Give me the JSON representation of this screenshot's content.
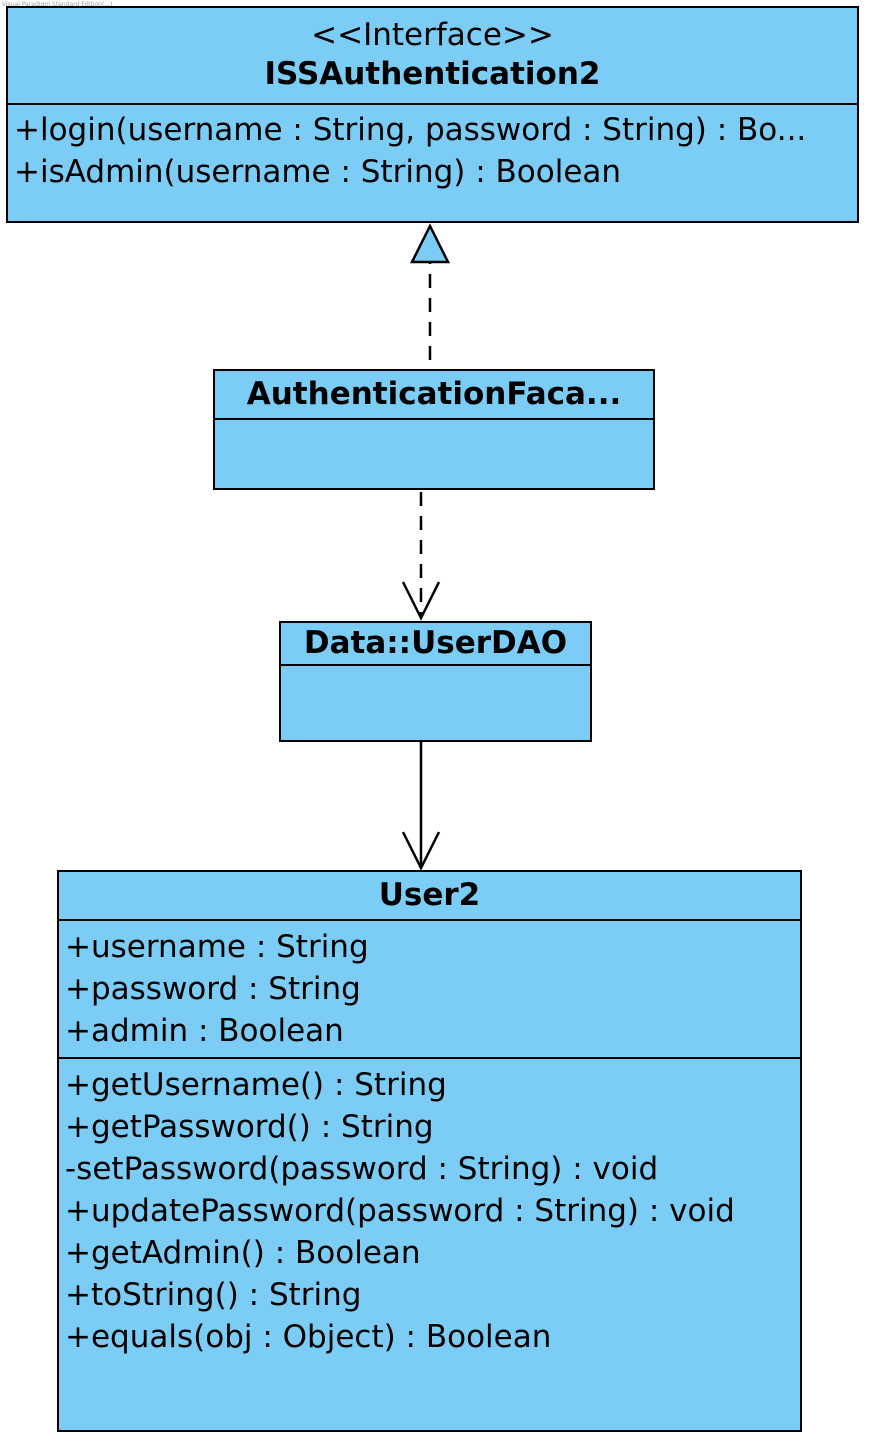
{
  "watermark": "Visual Paradigm Standard Edition(...)",
  "classes": {
    "iss_authentication": {
      "stereotype": "<<Interface>>",
      "name": "ISSAuthentication2",
      "operations": [
        "+login(username : String, password : String) : Bo...",
        "+isAdmin(username : String) : Boolean"
      ]
    },
    "authentication_facade": {
      "name": "AuthenticationFaca..."
    },
    "user_dao": {
      "name": "Data::UserDAO"
    },
    "user": {
      "name": "User2",
      "attributes": [
        "+username : String",
        "+password : String",
        "+admin : Boolean"
      ],
      "operations": [
        "+getUsername() : String",
        "+getPassword() : String",
        "-setPassword(password : String) : void",
        "+updatePassword(password : String) : void",
        "+getAdmin() : Boolean",
        "+toString() : String",
        "+equals(obj : Object) : Boolean"
      ]
    }
  },
  "relationships": [
    {
      "type": "realization",
      "from": "AuthenticationFaca...",
      "to": "ISSAuthentication2"
    },
    {
      "type": "dependency",
      "from": "AuthenticationFaca...",
      "to": "Data::UserDAO"
    },
    {
      "type": "association",
      "from": "Data::UserDAO",
      "to": "User2"
    }
  ],
  "colors": {
    "class_fill": "#7bcdf5",
    "line": "#000000",
    "background": "#ffffff"
  }
}
